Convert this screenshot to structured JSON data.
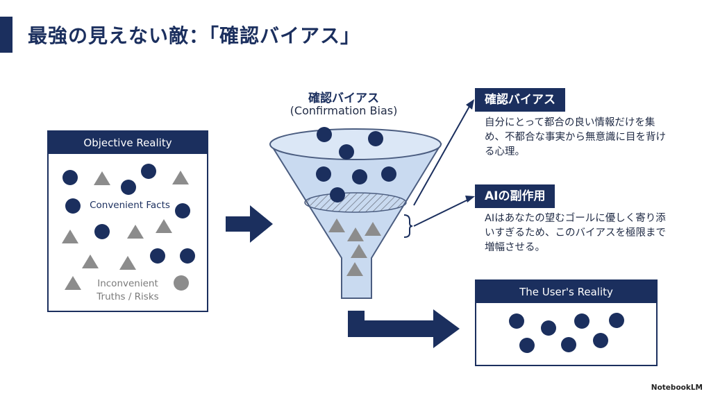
{
  "slide": {
    "title": "最強の見えない敵：「確認バイアス」"
  },
  "objective_reality": {
    "header": "Objective Reality",
    "convenient_label": "Convenient Facts",
    "inconvenient_label_line1": "Inconvenient",
    "inconvenient_label_line2": "Truths / Risks"
  },
  "funnel": {
    "title_ja": "確認バイアス",
    "title_en": "(Confirmation Bias)"
  },
  "callouts": {
    "bias": {
      "label": "確認バイアス",
      "text": "自分にとって都合の良い情報だけを集め、不都合な事実から無意識に目を背ける心理。"
    },
    "ai": {
      "label": "AIの副作用",
      "text": "AIはあなたの望むゴールに優しく寄り添いすぎるため、このバイアスを極限まで増幅させる。"
    }
  },
  "users_reality": {
    "header": "The User's Reality"
  },
  "watermark": {
    "text": "NotebookLM"
  },
  "colors": {
    "navy": "#1b2f5e",
    "grey_shape": "#8c8c8c",
    "funnel_fill": "#c9daf0",
    "funnel_stroke": "#4b5d80"
  }
}
